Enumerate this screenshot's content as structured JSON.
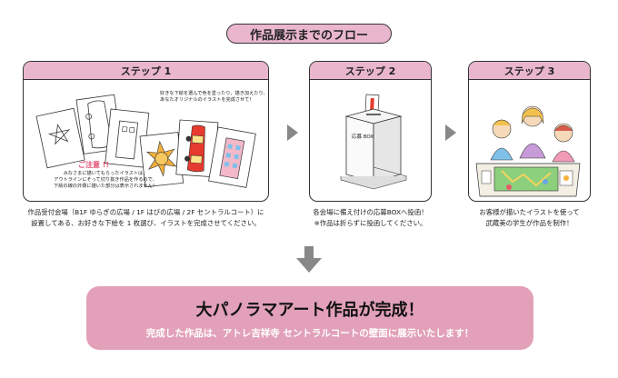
{
  "title": "作品展示までのフロー",
  "steps": [
    {
      "label": "ステップ 1",
      "instruction_lines": [
        "好きな下絵を選んで色を塗ったり、描き加えたり、",
        "あなたオリジナルのイラストを完成させて！"
      ],
      "warning_title": "ご注意 !!",
      "warning_lines": [
        "みなさまに描いてもらったイラストは、",
        "アウトラインにそって切り抜き作品を作るので、",
        "下絵の線の外側に描いた部分は表示されません！"
      ],
      "caption_lines": [
        "作品受付会場（B1F ゆらぎの広場 / 1F はびの広場 / 2F セントラルコート）に",
        "設置してある、お好きな下絵を 1 枚選び、イラストを完成させてください。"
      ]
    },
    {
      "label": "ステップ 2",
      "box_label": "応募 BOX",
      "caption_lines": [
        "各会場に備え付けの応募BOXへ投函！",
        "※作品は折らずに投函してください。"
      ]
    },
    {
      "label": "ステップ 3",
      "caption_lines": [
        "お客様が描いたイラストを使って",
        "武蔵美の学生が作品を制作！"
      ]
    }
  ],
  "final": {
    "headline": "大パノラマアート作品が完成！",
    "subline": "完成した作品は、アトレ吉祥寺 セントラルコートの壁面に展示いたします！"
  },
  "colors": {
    "pink_header": "#e9b6cd",
    "pink_final": "#e2a1b9",
    "arrow_gray": "#888888",
    "warning_red": "#e04a6c"
  }
}
